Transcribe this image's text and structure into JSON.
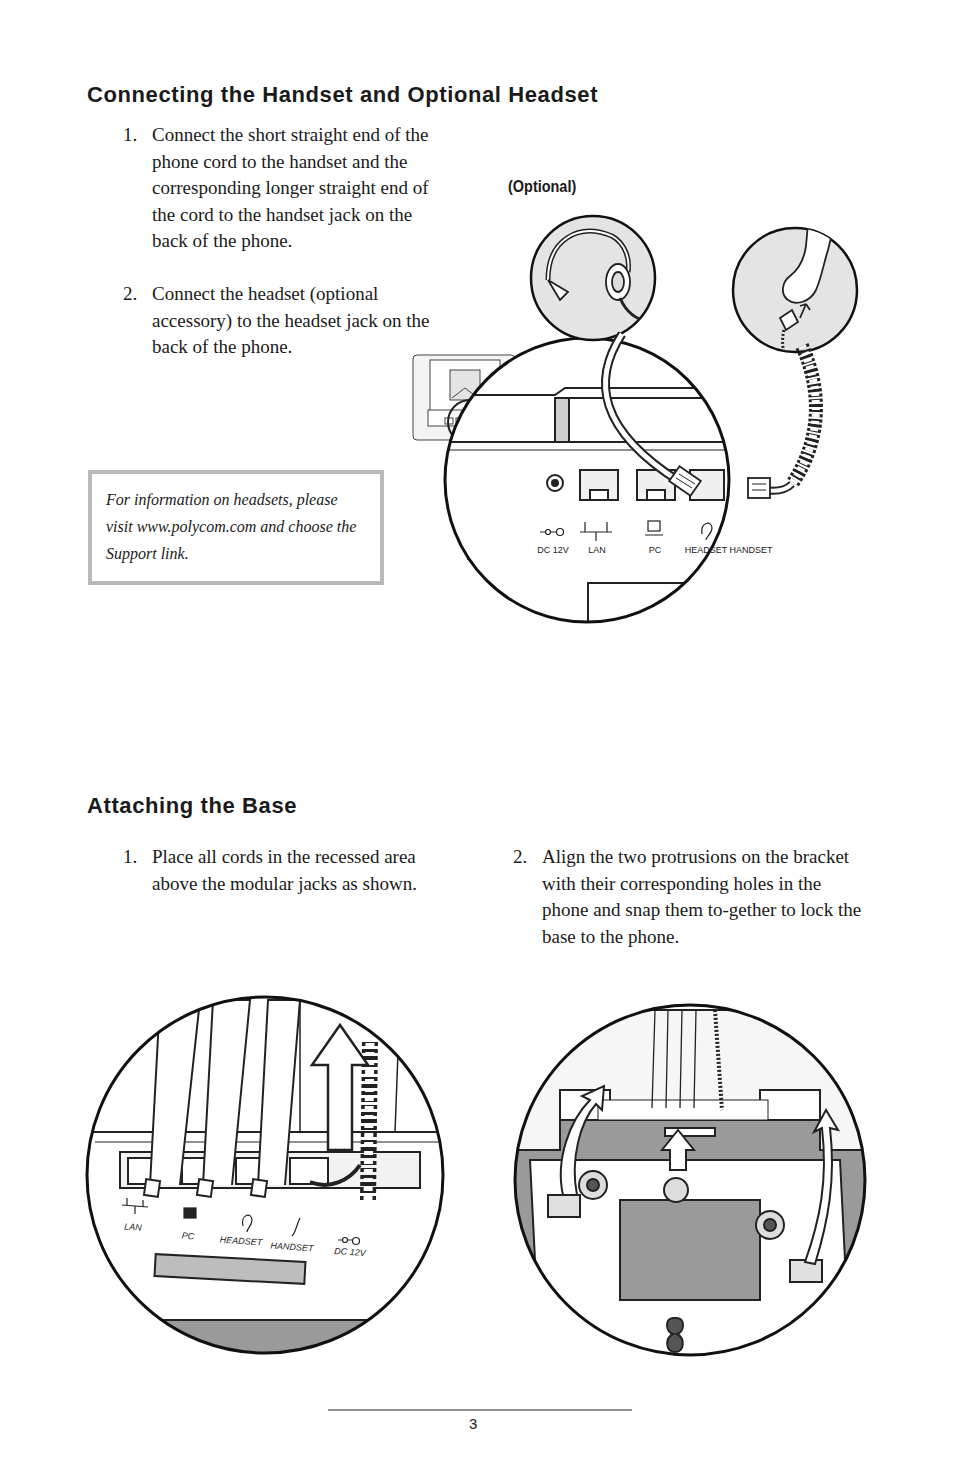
{
  "diagram": {
    "nodes": [
      {
        "text": [
          "For information on headsets, please visit www.polycom.com and choose the Support link."
        ]
      }
    ],
    "labels": [
      "Connecting the Handset and Optional Headset",
      "1.",
      "Connect the short straight end of the phone cord to the handset and the corresponding longer straight end of the cord to the handset jack on the back of the phone.",
      "2.",
      "Connect the headset (optional accessory) to the headset jack on the back of the phone.",
      "(Optional)",
      "DC 12V",
      "LAN",
      "PC",
      "HEADSET",
      "HANDSET",
      "Attaching the Base",
      "1.",
      "Place all cords in the recessed area above the modular jacks as shown.",
      "2.",
      "Align the two protrusions on the bracket with their corresponding holes in the phone and snap them to-gether to lock the base to the phone.",
      "LAN",
      "PC",
      "HEADSET",
      "HANDSET",
      "DC 12V",
      "3"
    ]
  }
}
